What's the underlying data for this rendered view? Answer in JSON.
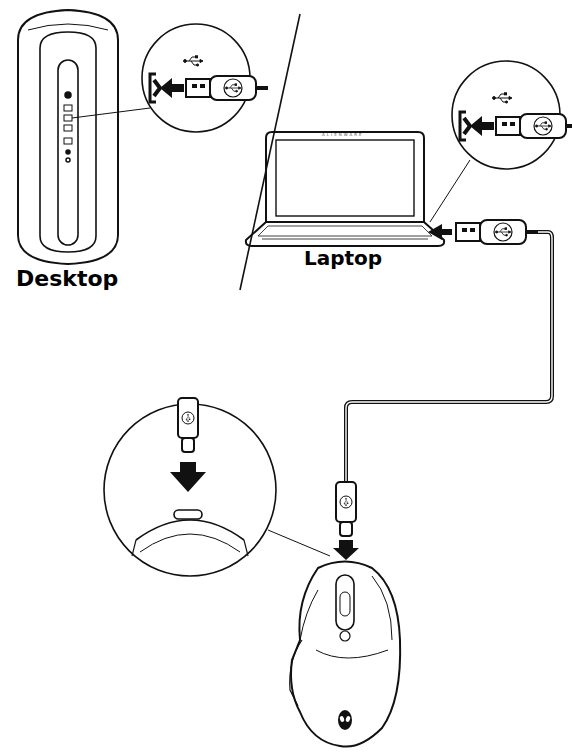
{
  "diagram": {
    "labels": [
      "Desktop",
      "Laptop",
      "ALIENWARE"
    ]
  }
}
